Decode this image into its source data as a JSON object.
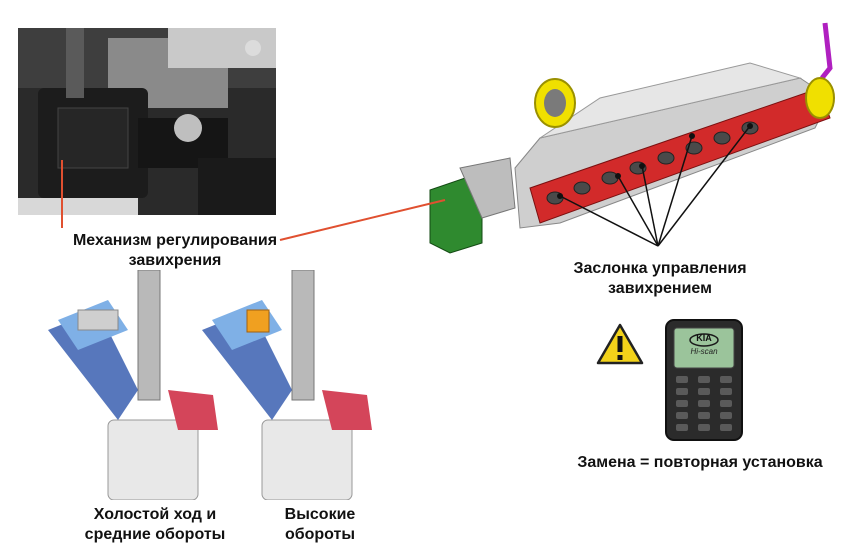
{
  "labels": {
    "mechanism": [
      "Механизм регулирования",
      "завихрения"
    ],
    "flap": [
      "Заслонка управления",
      "завихрением"
    ],
    "replacement": "Замена = повторная установка",
    "idle": [
      "Холостой ход и",
      "средние обороты"
    ],
    "high": [
      "Высокие",
      "обороты"
    ]
  },
  "icons": {
    "warning": "warning-triangle-icon",
    "scanner": "diagnostic-scanner-icon"
  },
  "scanner": {
    "brand": "KIA",
    "screen_text": "Hi-scan"
  },
  "colors": {
    "callout_line": "#e05030",
    "manifold_flange": "#d22a2a",
    "actuator": "#2f8a2f",
    "throttle": "#f0e000",
    "warning": "#f2d21a"
  }
}
